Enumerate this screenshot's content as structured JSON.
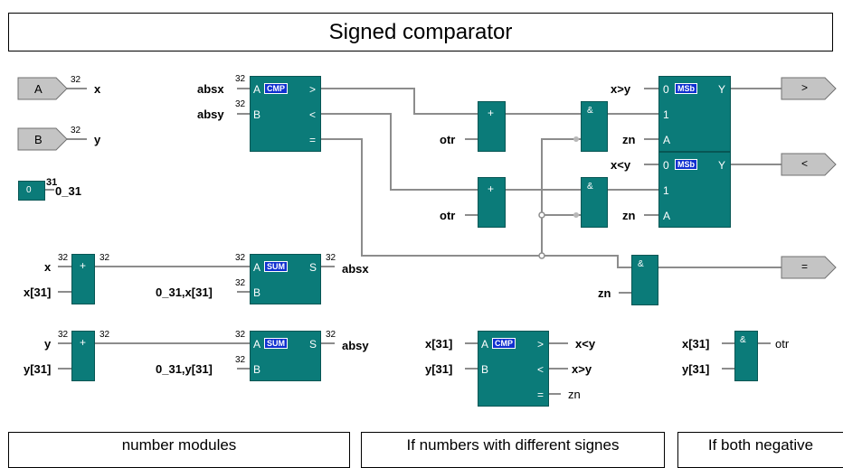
{
  "title": "Signed comparator",
  "inputs": {
    "a": "A",
    "b": "B",
    "a_net": "x",
    "b_net": "y",
    "bus_width": "32"
  },
  "const_block": {
    "value": "0",
    "width": "31",
    "net": "0_31"
  },
  "outputs": {
    "gt": ">",
    "lt": "<",
    "eq": "="
  },
  "blocks": {
    "cmp_badge": "CMP",
    "sum_badge": "SUM",
    "mux_badge": "MSb",
    "and_glyph": "&",
    "or_glyph": "+",
    "pin_a": "A",
    "pin_b": "B",
    "pin_gt": ">",
    "pin_lt": "<",
    "pin_eq": "=",
    "pin_s": "S",
    "pin_0": "0",
    "pin_1": "1",
    "pin_y": "Y"
  },
  "nets": {
    "absx": "absx",
    "absy": "absy",
    "otr": "otr",
    "zn": "zn",
    "x_gt_y": "x>y",
    "x_lt_y": "x<y",
    "x": "x",
    "y": "y",
    "x31": "x[31]",
    "y31": "y[31]",
    "cat_x": "0_31,x[31]",
    "cat_y": "0_31,y[31]",
    "w32": "32",
    "w31": "31"
  },
  "sections": [
    "number modules",
    "If numbers with different signes",
    "If both negative"
  ],
  "colors": {
    "block": "#0b7b79",
    "badge": "#1030d0",
    "port": "#c0c0c0",
    "wire": "#909090"
  }
}
